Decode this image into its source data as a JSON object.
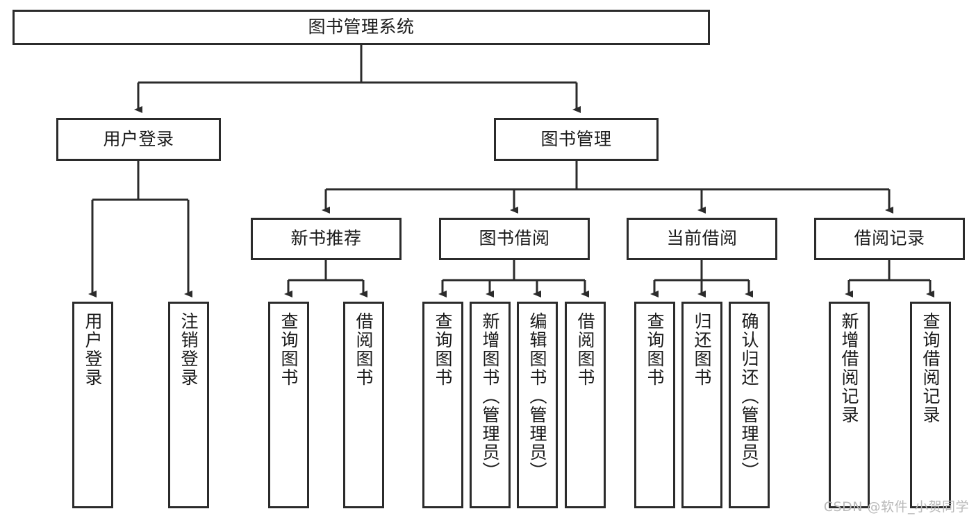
{
  "diagram": {
    "title": "图书管理系统",
    "root": {
      "id": "root",
      "label": "图书管理系统"
    },
    "level2": [
      {
        "id": "user-login",
        "label": "用户登录"
      },
      {
        "id": "book-manage",
        "label": "图书管理"
      }
    ],
    "level3": [
      {
        "id": "new-book-recommend",
        "label": "新书推荐"
      },
      {
        "id": "book-borrow",
        "label": "图书借阅"
      },
      {
        "id": "current-borrow",
        "label": "当前借阅"
      },
      {
        "id": "borrow-record",
        "label": "借阅记录"
      }
    ],
    "leaves": [
      {
        "id": "leaf-user-login",
        "label": "用户登录",
        "parent": "user-login"
      },
      {
        "id": "leaf-logout",
        "label": "注销登录",
        "parent": "user-login"
      },
      {
        "id": "leaf-query-book-1",
        "label": "查询图书",
        "parent": "new-book-recommend"
      },
      {
        "id": "leaf-borrow-book-1",
        "label": "借阅图书",
        "parent": "new-book-recommend"
      },
      {
        "id": "leaf-query-book-2",
        "label": "查询图书",
        "parent": "book-borrow"
      },
      {
        "id": "leaf-add-book",
        "label": "新增图书（管理员）",
        "parent": "book-borrow"
      },
      {
        "id": "leaf-edit-book",
        "label": "编辑图书（管理员）",
        "parent": "book-borrow"
      },
      {
        "id": "leaf-borrow-book-2",
        "label": "借阅图书",
        "parent": "book-borrow"
      },
      {
        "id": "leaf-query-book-3",
        "label": "查询图书",
        "parent": "current-borrow"
      },
      {
        "id": "leaf-return-book",
        "label": "归还图书",
        "parent": "current-borrow"
      },
      {
        "id": "leaf-confirm-return",
        "label": "确认归还（管理员）",
        "parent": "current-borrow"
      },
      {
        "id": "leaf-add-record",
        "label": "新增借阅记录",
        "parent": "borrow-record"
      },
      {
        "id": "leaf-query-record",
        "label": "查询借阅记录",
        "parent": "borrow-record"
      }
    ],
    "watermark": "CSDN @软件_小贺同学",
    "colors": {
      "stroke": "#2b2b2b",
      "background": "#ffffff",
      "text": "#1a1a1a",
      "watermark": "#b9b9b9"
    }
  }
}
